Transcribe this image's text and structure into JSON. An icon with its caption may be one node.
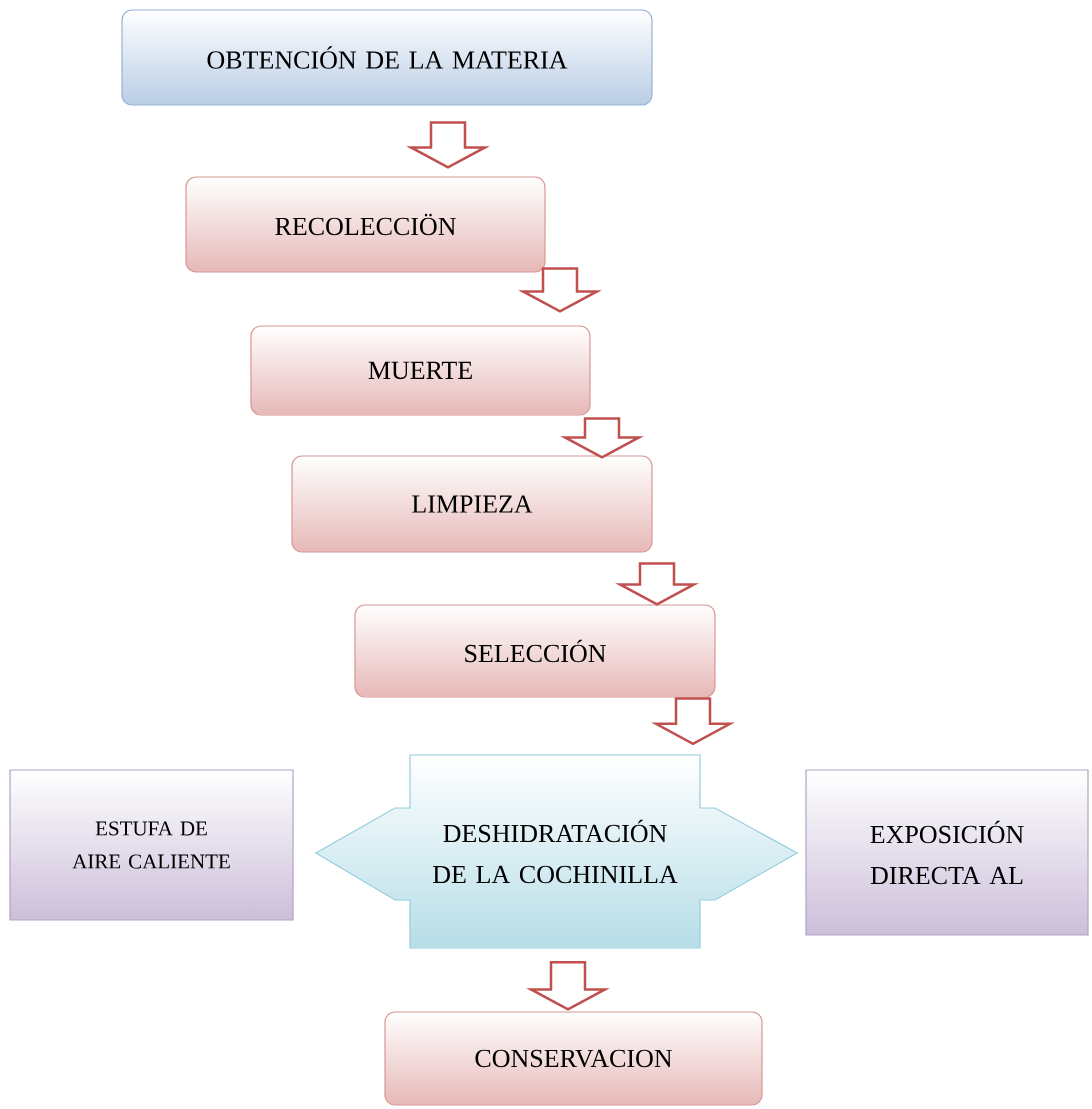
{
  "diagram": {
    "nodes": [
      {
        "text": [
          "OBTENCIÓN DE LA MATERIA"
        ]
      },
      {
        "text": [
          "RECOLECCIÖN"
        ]
      },
      {
        "text": [
          "MUERTE"
        ]
      },
      {
        "text": [
          "LIMPIEZA"
        ]
      },
      {
        "text": [
          "SELECCIÓN"
        ]
      },
      {
        "text": [
          "ESTUFA DE AIRE CALIENTE"
        ]
      },
      {
        "text": [
          "DESHIDRATACIÓN DE LA COCHINILLA"
        ]
      },
      {
        "text": [
          "EXPOSICIÓN DIRECTA AL"
        ]
      },
      {
        "text": [
          "CONSERVACION"
        ]
      }
    ],
    "edges": [
      {
        "from": 0,
        "to": 1,
        "arrow": "to"
      },
      {
        "from": 1,
        "to": 2,
        "arrow": "to"
      },
      {
        "from": 2,
        "to": 3,
        "arrow": "to"
      },
      {
        "from": 3,
        "to": 4,
        "arrow": "to"
      },
      {
        "from": 4,
        "to": 6,
        "arrow": "to"
      },
      {
        "from": 6,
        "to": 8,
        "arrow": "to"
      }
    ]
  }
}
